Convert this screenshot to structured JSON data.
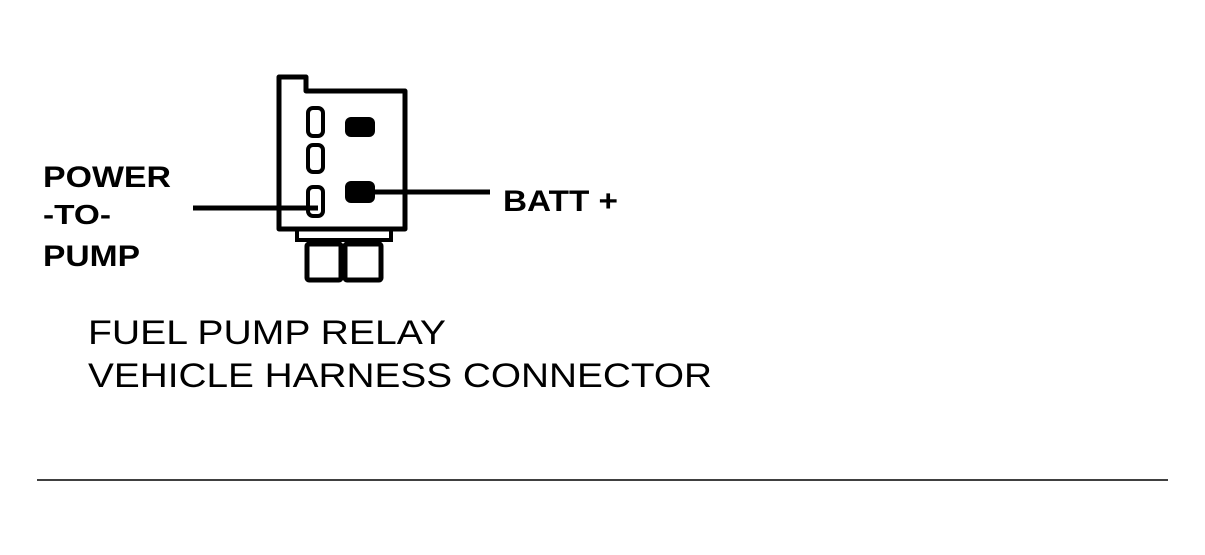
{
  "labels": {
    "power_line1": "POWER",
    "power_line2": "-TO-",
    "power_line3": "PUMP",
    "batt": "BATT +"
  },
  "caption": {
    "line1": "FUEL PUMP RELAY",
    "line2": "VEHICLE HARNESS CONNECTOR"
  },
  "colors": {
    "ink": "#000000",
    "background": "#ffffff"
  }
}
